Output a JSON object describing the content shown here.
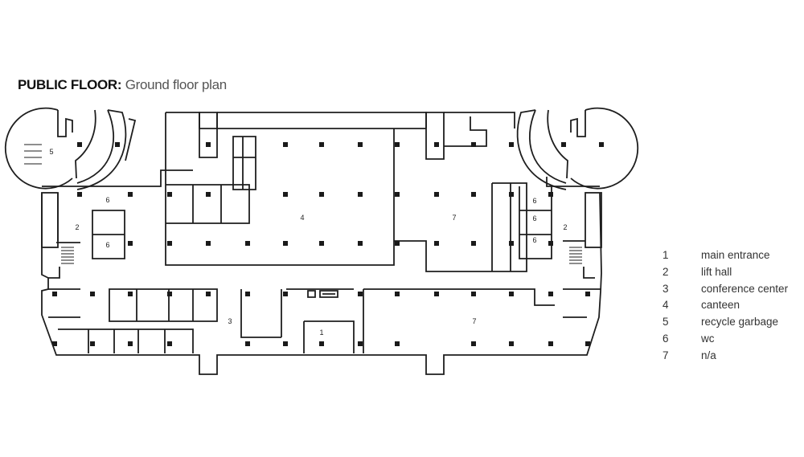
{
  "title": {
    "bold": "PUBLIC FLOOR:",
    "rest": " Ground floor plan"
  },
  "room_labels": {
    "r1": "1",
    "r2_left": "2",
    "r2_right": "2",
    "r3": "3",
    "r4": "4",
    "r5": "5",
    "r6_left_top": "6",
    "r6_left_bottom": "6",
    "r6_right_top": "6",
    "r6_right_mid": "6",
    "r6_right_bottom": "6",
    "r7_top": "7",
    "r7_bottom": "7"
  },
  "legend": [
    {
      "num": "1",
      "label": "main entrance"
    },
    {
      "num": "2",
      "label": "lift hall"
    },
    {
      "num": "3",
      "label": "conference center"
    },
    {
      "num": "4",
      "label": "canteen"
    },
    {
      "num": "5",
      "label": "recycle garbage"
    },
    {
      "num": "6",
      "label": "wc"
    },
    {
      "num": "7",
      "label": "n/a"
    }
  ],
  "colors": {
    "wall": "#1e1e1e",
    "column": "#1a1a1a",
    "background": "#ffffff"
  }
}
